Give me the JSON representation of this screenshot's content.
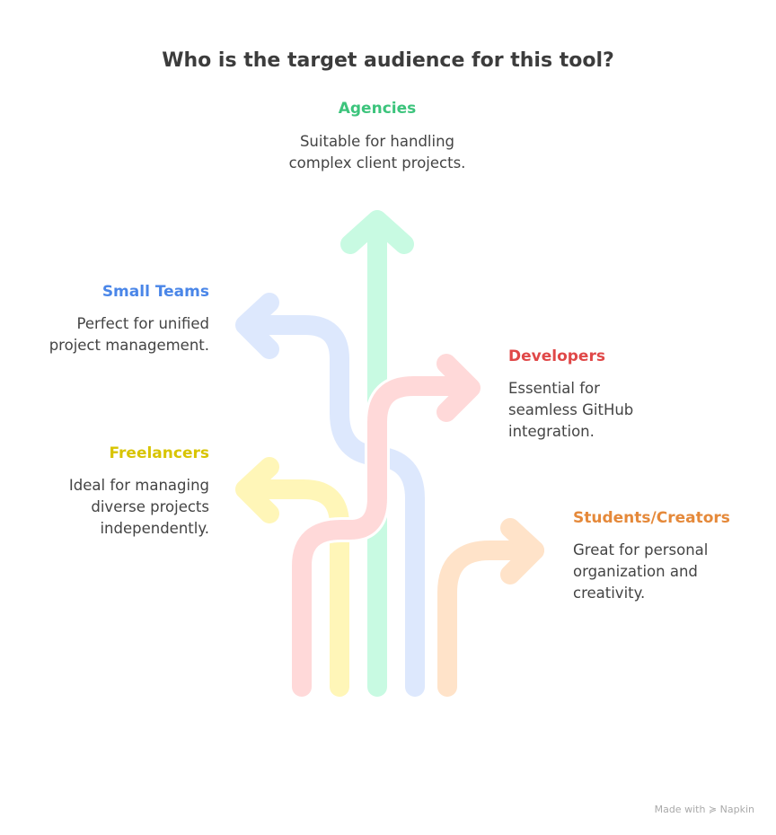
{
  "title": "Who is the target audience for this tool?",
  "items": [
    {
      "label": "Agencies",
      "description": "Suitable for handling complex client projects.",
      "color": "#3cc47c"
    },
    {
      "label": "Small Teams",
      "description": "Perfect for unified project management.",
      "color": "#4a86e8"
    },
    {
      "label": "Developers",
      "description": "Essential for seamless GitHub integration.",
      "color": "#e04848"
    },
    {
      "label": "Freelancers",
      "description": "Ideal for managing diverse projects independently.",
      "color": "#d8c400"
    },
    {
      "label": "Students/Creators",
      "description": "Great for personal organization and creativity.",
      "color": "#e5893a"
    }
  ],
  "footer": {
    "prefix": "Made with",
    "brand": "Napkin"
  }
}
